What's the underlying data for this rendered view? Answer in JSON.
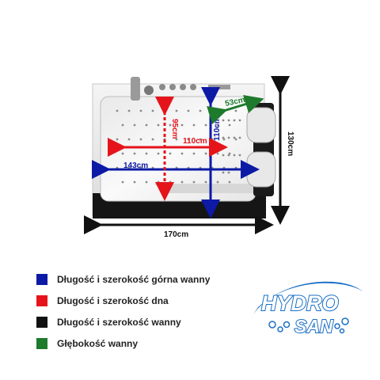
{
  "dimensions": {
    "top_length": "143cm",
    "top_width": "110cm",
    "floor_length": "110cm",
    "floor_width": "95cm",
    "depth": "53cm",
    "outer_length": "170cm",
    "outer_width": "130cm"
  },
  "legend": [
    {
      "label": "Długość i szerokość górna wanny",
      "color": "#0d1aa6"
    },
    {
      "label": "Długość i szerokość dna",
      "color": "#e5141b"
    },
    {
      "label": "Długość i szerokość wanny",
      "color": "#111111"
    },
    {
      "label": "Głębokość wanny",
      "color": "#1e7a2c"
    }
  ],
  "logo": {
    "line1": "HYDRO",
    "line2": "SAN"
  },
  "colors": {
    "blue": "#0d1aa6",
    "red": "#e5141b",
    "black": "#111111",
    "green": "#1e7a2c",
    "brand_blue": "#1a6fc4"
  }
}
